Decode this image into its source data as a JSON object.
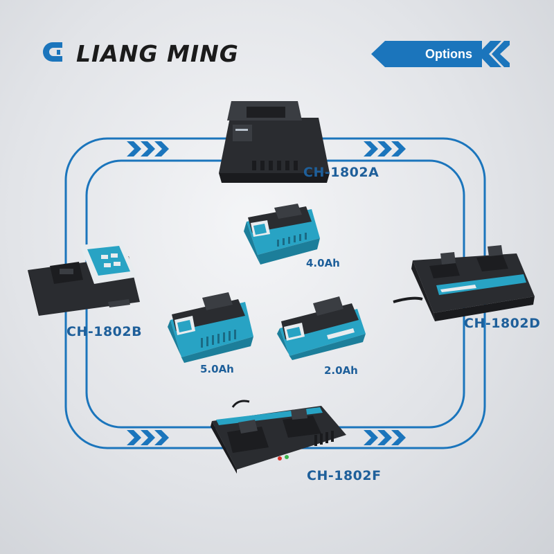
{
  "brand": {
    "name": "LIANG MING",
    "logo_icon": "brand-logo-icon",
    "accent": "#1b75bc"
  },
  "options_button": {
    "label": "Options"
  },
  "chargers": [
    {
      "model": "CH-1802A",
      "icon": "single-charger-icon"
    },
    {
      "model": "CH-1802B",
      "icon": "display-charger-icon"
    },
    {
      "model": "CH-1802D",
      "icon": "dual-charger-icon"
    },
    {
      "model": "CH-1802F",
      "icon": "dual-charger-icon"
    }
  ],
  "batteries": [
    {
      "capacity": "4.0Ah",
      "icon": "battery-pack-icon"
    },
    {
      "capacity": "5.0Ah",
      "icon": "battery-pack-icon"
    },
    {
      "capacity": "2.0Ah",
      "icon": "battery-pack-icon"
    }
  ],
  "colors": {
    "loop": "#1b75bc",
    "label": "#1e5f9a",
    "teal": "#28a3c4",
    "dark": "#2a2c30"
  }
}
